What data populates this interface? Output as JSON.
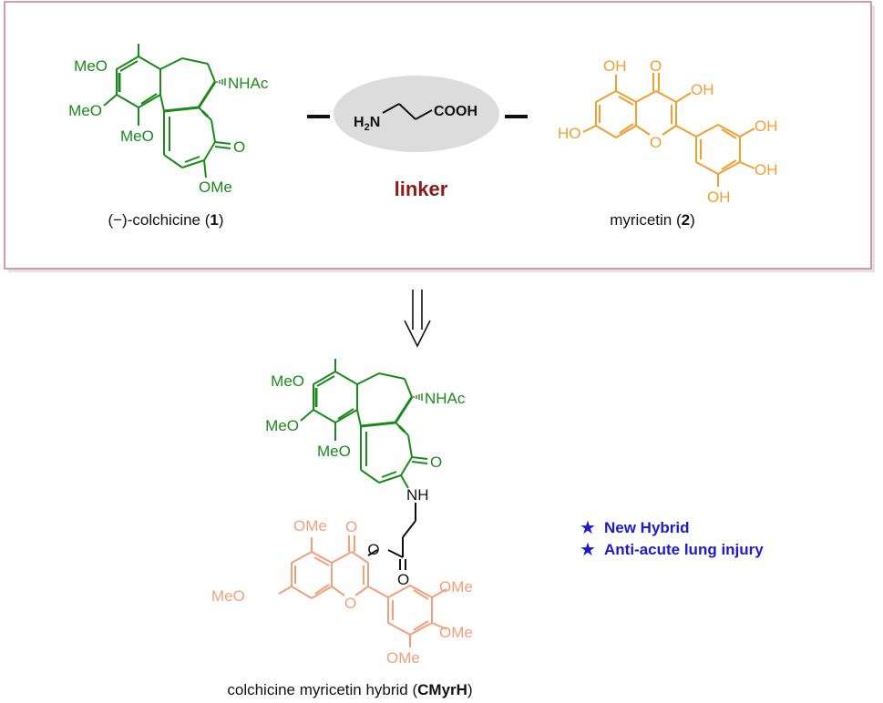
{
  "colors": {
    "colchicine": "#1a8a1a",
    "myricetin": "#f0a030",
    "myricetin_hybrid": "#f2a07c",
    "linker_label": "#8b1a1a",
    "feature_text": "#1a1ad0",
    "frame_border": "#c9868e",
    "linker_ellipse": "#dcdcdc",
    "black": "#111111"
  },
  "top_panel": {
    "colchicine": {
      "atoms": {
        "meo_1": "MeO",
        "meo_2": "MeO",
        "meo_3": "MeO",
        "nhac": "NHAc",
        "ome": "OMe",
        "ketone_o": "O"
      },
      "caption_prefix": "(−)-colchicine (",
      "caption_number": "1",
      "caption_suffix": ")"
    },
    "linker": {
      "amine_h": "H",
      "amine_sub": "2",
      "amine_n": "N",
      "acid": "COOH",
      "label": "linker"
    },
    "myricetin": {
      "atoms": {
        "oh_5": "OH",
        "ketone_o": "O",
        "oh_3": "OH",
        "ho_7": "HO",
        "ring_o": "O",
        "oh_3p": "OH",
        "oh_4p": "OH",
        "oh_5p": "OH"
      },
      "caption_prefix": "myricetin (",
      "caption_number": "2",
      "caption_suffix": ")"
    }
  },
  "hybrid": {
    "atoms": {
      "meo_1": "MeO",
      "meo_2": "MeO",
      "meo_3": "MeO",
      "nhac": "NHAc",
      "ketone_o": "O",
      "nh": "NH",
      "ester_o": "O",
      "carbonyl_o": "O",
      "ome_5": "OMe",
      "chromone_o": "O",
      "meo_7": "MeO",
      "ring_o": "O",
      "ome_3p": "OMe",
      "ome_4p": "OMe",
      "ome_5p": "OMe"
    },
    "caption_prefix": "colchicine myricetin hybrid (",
    "caption_bold": "CMyrH",
    "caption_suffix": ")"
  },
  "features": [
    {
      "icon": "star-icon",
      "label": "New Hybrid"
    },
    {
      "icon": "star-icon",
      "label": "Anti-acute lung injury"
    }
  ]
}
